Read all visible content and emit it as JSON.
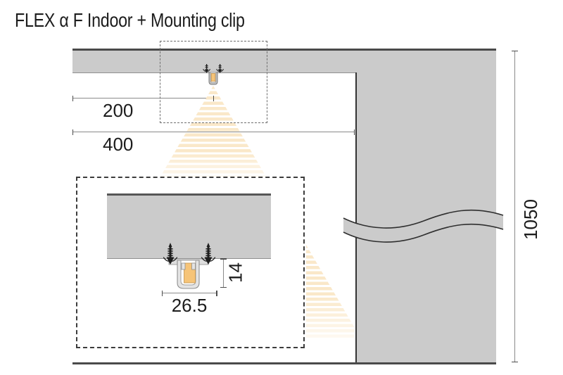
{
  "title": "FLEX α F Indoor + Mounting clip",
  "dimensions": {
    "ceiling_offset": {
      "label": "200"
    },
    "wall_offset": {
      "label": "400"
    },
    "mounting_height": {
      "label": "1050"
    },
    "clip_depth": {
      "label": "14"
    },
    "clip_width": {
      "label": "26.5"
    }
  },
  "icons": {
    "screw": "mounting-screw-with-down-arrow",
    "break": "wall-break-wave",
    "beam": "striped-light-beam-cone"
  },
  "colors": {
    "surface": "#cbcbcb",
    "edge-dark": "#4a4a4a",
    "wall-edge": "#343434",
    "beam": "#fae8c9",
    "led": "#f6c478",
    "dim-line": "#8a8a8a",
    "tick": "#4d4d4d",
    "text": "#1c1c1c",
    "dash-detail": "#3c3c3c",
    "dash-zoom": "#6f6f6f",
    "clip-metal": "#e4e4e4",
    "clip-outline": "#8f8f8f",
    "screw": "#1e1e1e"
  }
}
